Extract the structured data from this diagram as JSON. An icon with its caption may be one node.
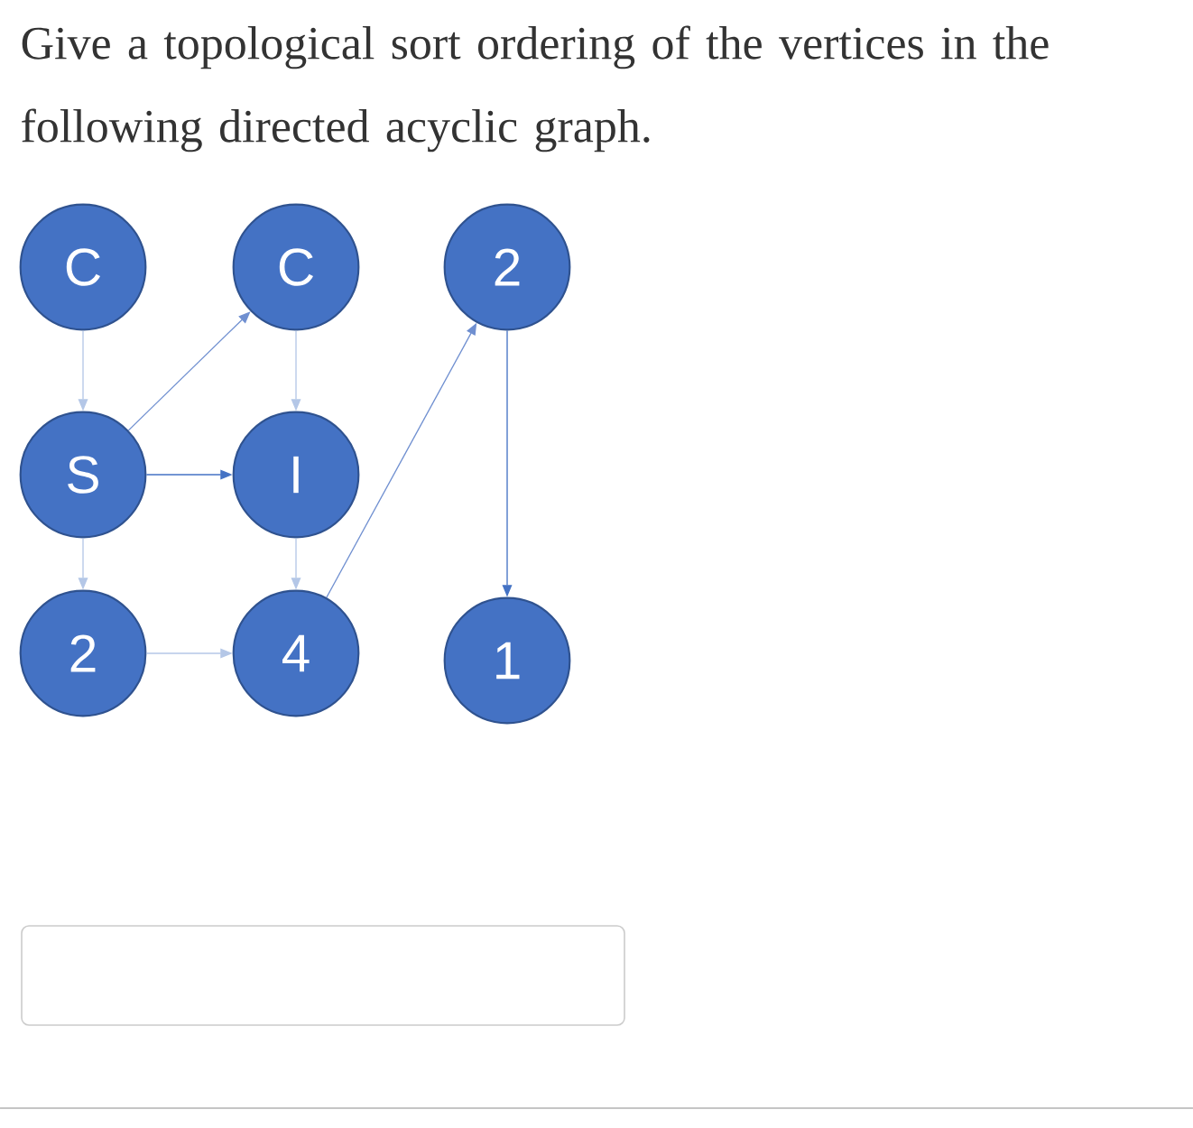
{
  "diagram": {
    "title": "Give a topological sort ordering of the vertices in the following directed acyclic graph.",
    "nodes": [
      {
        "text": [
          "C"
        ]
      },
      {
        "text": [
          "C"
        ]
      },
      {
        "text": [
          "2"
        ]
      },
      {
        "text": [
          "S"
        ]
      },
      {
        "text": [
          "I"
        ]
      },
      {
        "text": [
          "2"
        ]
      },
      {
        "text": [
          "4"
        ]
      },
      {
        "text": [
          "1"
        ]
      }
    ],
    "edges": [
      {
        "from": 0,
        "to": 3,
        "arrow": "to"
      },
      {
        "from": 3,
        "to": 1,
        "arrow": "to",
        "color": "#6f8fd0"
      },
      {
        "from": 1,
        "to": 4,
        "arrow": "to"
      },
      {
        "from": 3,
        "to": 4,
        "arrow": "to",
        "color": "#4472c4"
      },
      {
        "from": 3,
        "to": 5,
        "arrow": "to"
      },
      {
        "from": 4,
        "to": 6,
        "arrow": "to"
      },
      {
        "from": 5,
        "to": 6,
        "arrow": "to"
      },
      {
        "from": 6,
        "to": 2,
        "arrow": "to",
        "color": "#6f8fd0"
      },
      {
        "from": 2,
        "to": 7,
        "arrow": "to",
        "color": "#4472c4"
      }
    ]
  }
}
